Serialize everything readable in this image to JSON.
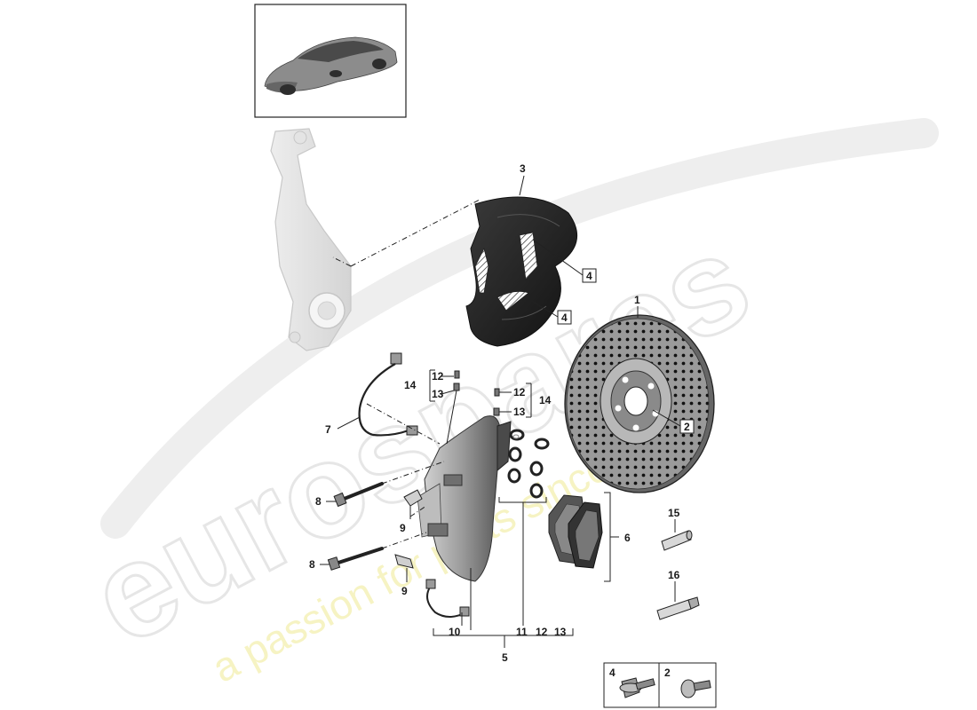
{
  "watermark": {
    "logo": "eurospares",
    "tagline": "a passion for parts since 1985"
  },
  "callouts": {
    "c1": "1",
    "c2": "2",
    "c3": "3",
    "c4a": "4",
    "c4b": "4",
    "c5": "5",
    "c6": "6",
    "c7": "7",
    "c8a": "8",
    "c8b": "8",
    "c9a": "9",
    "c9b": "9",
    "c10": "10",
    "c11": "11",
    "c12a": "12",
    "c13a": "13",
    "c14a": "14",
    "c12b": "12",
    "c13b": "13",
    "c14b": "14",
    "c12c": "12",
    "c13c": "13",
    "c15": "15",
    "c16": "16"
  },
  "legend": {
    "left_label": "4",
    "right_label": "2"
  }
}
